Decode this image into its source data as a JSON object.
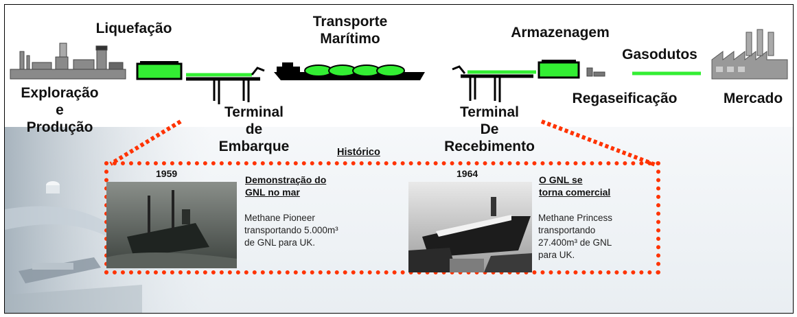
{
  "chain": {
    "exploracao": [
      "Exploração",
      "e",
      "Produção"
    ],
    "liquefacao": "Liquefação",
    "transporte": [
      "Transporte",
      "Marítimo"
    ],
    "terminal_embarque": [
      "Terminal",
      "de",
      "Embarque"
    ],
    "terminal_recebimento": [
      "Terminal",
      "De",
      "Recebimento"
    ],
    "armazenagem": "Armazenagem",
    "gasodutos": "Gasodutos",
    "regaseificacao": "Regaseificação",
    "mercado": "Mercado"
  },
  "historico": {
    "title": "Histórico",
    "events": [
      {
        "year": "1959",
        "title_lines": [
          "Demonstração do",
          "GNL no mar"
        ],
        "text_lines": [
          "Methane Pioneer",
          "transportando 5.000m³",
          "de GNL para UK."
        ]
      },
      {
        "year": "1964",
        "title_lines": [
          "O GNL se",
          "torna comercial"
        ],
        "text_lines": [
          "Methane Princess",
          "transportando",
          "27.400m³ de GNL",
          "para UK."
        ]
      }
    ]
  },
  "colors": {
    "lng_green": "#33ee33",
    "dotted_red": "#ff3300",
    "structure_gray": "#8a8a8a"
  }
}
